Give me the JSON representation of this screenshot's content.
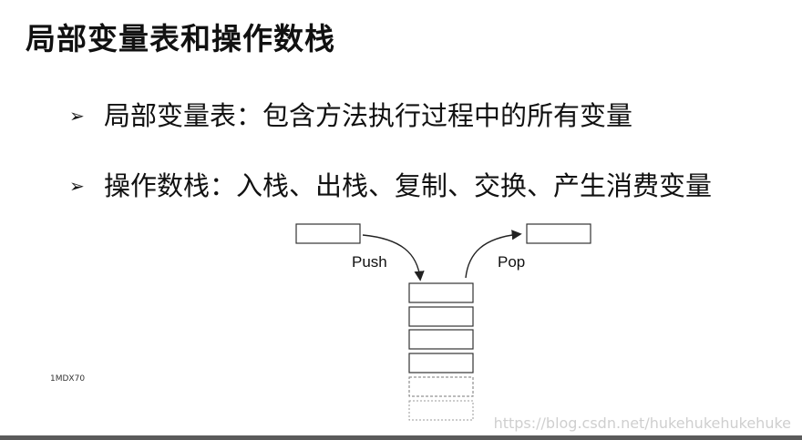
{
  "slide": {
    "title": "局部变量表和操作数栈",
    "bullets": [
      {
        "marker": "➢",
        "text": "局部变量表：包含方法执行过程中的所有变量"
      },
      {
        "marker": "➢",
        "text": "操作数栈：入栈、出栈、复制、交换、产生消费变量"
      }
    ]
  },
  "diagram": {
    "push_label": "Push",
    "pop_label": "Pop",
    "stack": {
      "solid_slots": 4,
      "dashed_slots": 2
    }
  },
  "footnote": "1MDX70",
  "watermark": "https://blog.csdn.net/hukehukehukehuke",
  "colors": {
    "text": "#111111",
    "box_stroke": "#333333",
    "dashed_stroke": "#777777",
    "watermark": "#cfcfcf",
    "bottom_rule": "#5b5b5b"
  }
}
